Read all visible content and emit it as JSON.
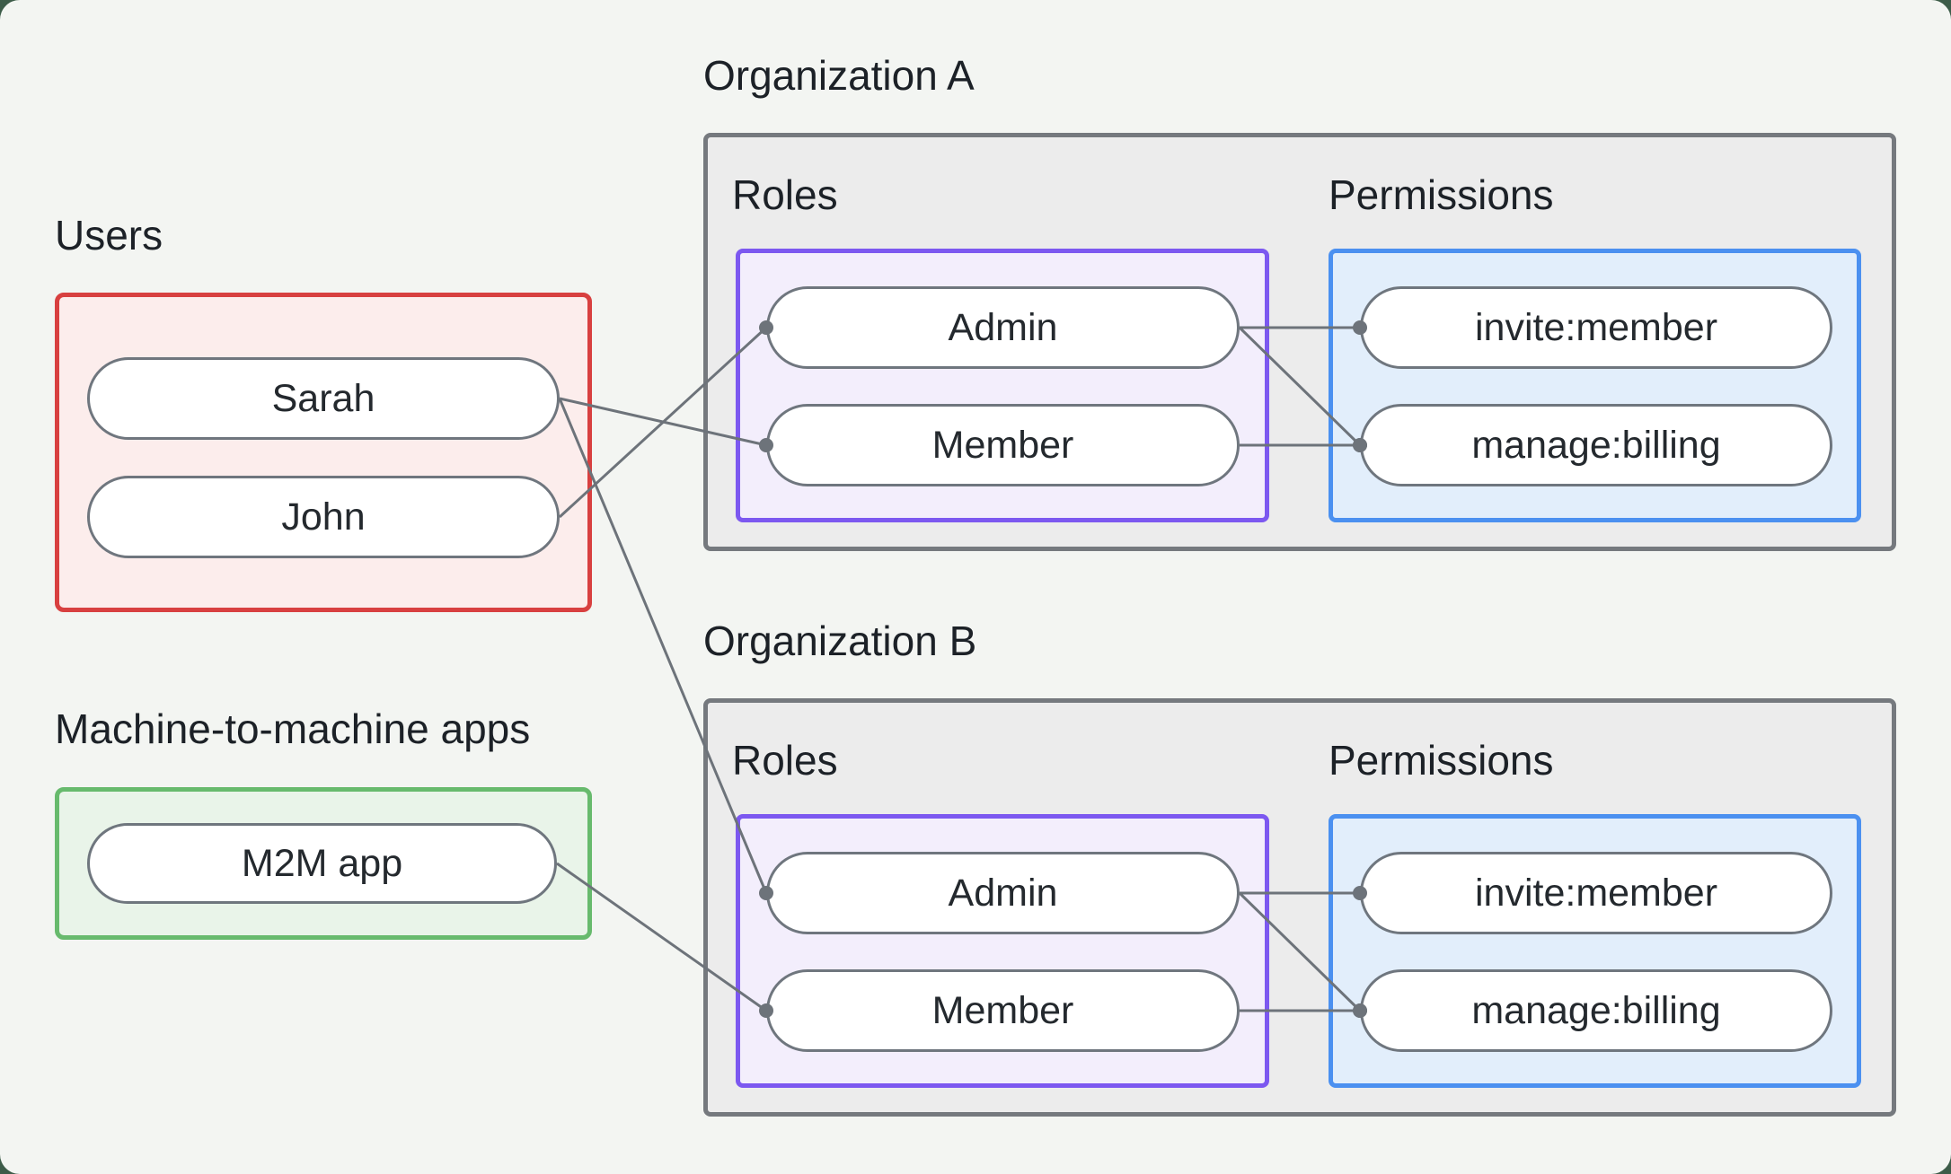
{
  "colors": {
    "canvas_background": "#f3f5f2",
    "page_background": "#3d5c49",
    "users_border": "#d84040",
    "users_fill": "#fcedec",
    "m2m_border": "#67ba6d",
    "m2m_fill": "#e9f4e9",
    "org_border": "#75797e",
    "org_fill": "#ececec",
    "roles_border": "#7c58f0",
    "roles_fill": "#f3eefc",
    "permissions_border": "#4b90f0",
    "permissions_fill": "#e2eefb",
    "pill_border": "#6f767e",
    "connector": "#6d737a",
    "text": "#1c2127"
  },
  "groups": {
    "users": {
      "label": "Users",
      "items": [
        {
          "id": "sarah",
          "label": "Sarah"
        },
        {
          "id": "john",
          "label": "John"
        }
      ]
    },
    "m2m": {
      "label": "Machine-to-machine apps",
      "items": [
        {
          "id": "m2m",
          "label": "M2M app"
        }
      ]
    },
    "orgA": {
      "label": "Organization A",
      "roles_label": "Roles",
      "permissions_label": "Permissions",
      "roles": [
        {
          "id": "orgA-admin",
          "label": "Admin"
        },
        {
          "id": "orgA-member",
          "label": "Member"
        }
      ],
      "permissions": [
        {
          "id": "orgA-invite",
          "label": "invite:member"
        },
        {
          "id": "orgA-manage",
          "label": "manage:billing"
        }
      ]
    },
    "orgB": {
      "label": "Organization B",
      "roles_label": "Roles",
      "permissions_label": "Permissions",
      "roles": [
        {
          "id": "orgB-admin",
          "label": "Admin"
        },
        {
          "id": "orgB-member",
          "label": "Member"
        }
      ],
      "permissions": [
        {
          "id": "orgB-invite",
          "label": "invite:member"
        },
        {
          "id": "orgB-manage",
          "label": "manage:billing"
        }
      ]
    }
  },
  "edges": [
    {
      "from": "sarah",
      "to": "orgA-member"
    },
    {
      "from": "john",
      "to": "orgA-admin"
    },
    {
      "from": "sarah",
      "to": "orgB-admin"
    },
    {
      "from": "m2m",
      "to": "orgB-member"
    },
    {
      "from": "orgA-admin",
      "to": "orgA-invite"
    },
    {
      "from": "orgA-admin",
      "to": "orgA-manage"
    },
    {
      "from": "orgA-member",
      "to": "orgA-manage"
    },
    {
      "from": "orgB-admin",
      "to": "orgB-invite"
    },
    {
      "from": "orgB-admin",
      "to": "orgB-manage"
    },
    {
      "from": "orgB-member",
      "to": "orgB-manage"
    }
  ]
}
